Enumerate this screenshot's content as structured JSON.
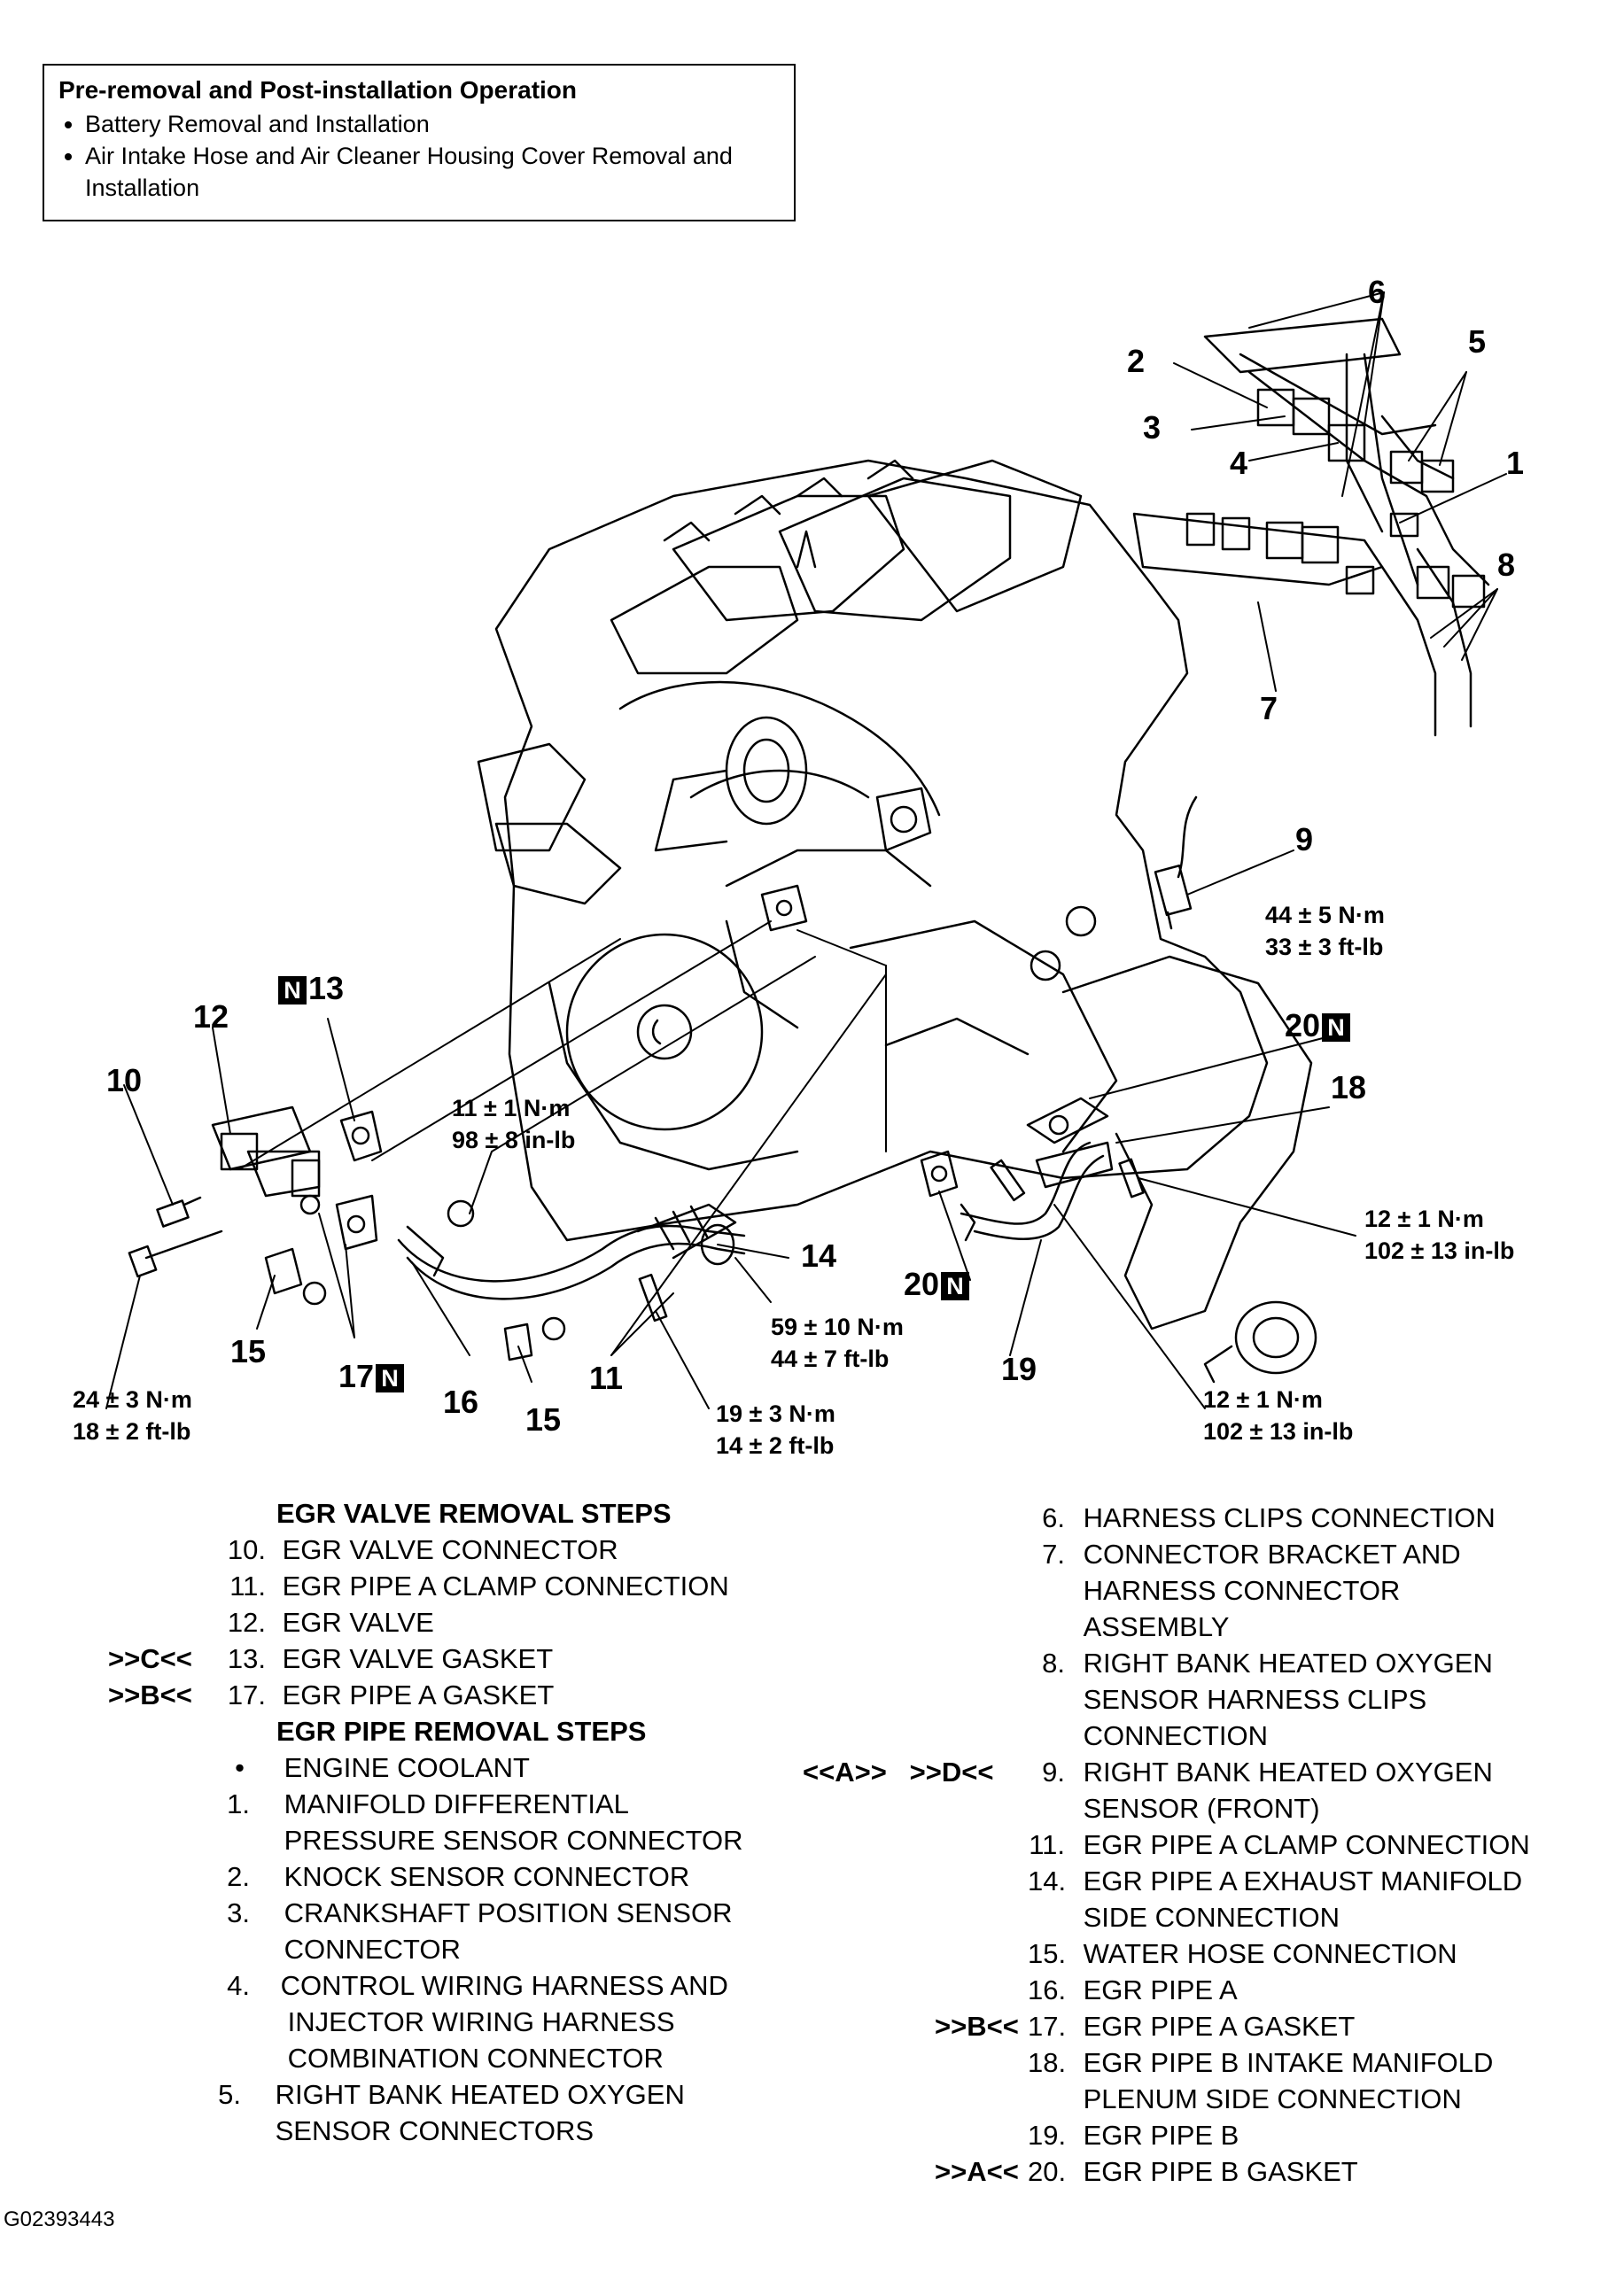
{
  "pre_box": {
    "title": "Pre-removal and Post-installation Operation",
    "items": [
      "Battery Removal and Installation",
      "Air Intake Hose and Air Cleaner Housing Cover Removal and Installation"
    ]
  },
  "callouts": {
    "c1": "1",
    "c2": "2",
    "c3": "3",
    "c4": "4",
    "c5": "5",
    "c6": "6",
    "c7": "7",
    "c8": "8",
    "c9": "9",
    "c10": "10",
    "c11": "11",
    "c12": "12",
    "c13": "13",
    "c14": "14",
    "c15a": "15",
    "c15b": "15",
    "c16": "16",
    "c17": "17",
    "c18": "18",
    "c19": "19",
    "c20a": "20",
    "c20b": "20",
    "n_badge": "N"
  },
  "torques": {
    "t1_line1": "44 ± 5 N·m",
    "t1_line2": "33 ± 3 ft-lb",
    "t2_line1": "11 ± 1 N·m",
    "t2_line2": "98 ± 8 in-lb",
    "t3_line1": "12 ± 1 N·m",
    "t3_line2": "102 ± 13 in-lb",
    "t4_line1": "59 ± 10 N·m",
    "t4_line2": "44 ± 7 ft-lb",
    "t5_line1": "24 ± 3 N·m",
    "t5_line2": "18 ± 2 ft-lb",
    "t6_line1": "19 ± 3 N·m",
    "t6_line2": "14 ± 2 ft-lb",
    "t7_line1": "12 ± 1 N·m",
    "t7_line2": "102 ± 13 in-lb"
  },
  "left_steps": {
    "egr_valve_heading": "EGR VALVE REMOVAL STEPS",
    "egr_valve_steps": [
      {
        "mark": "",
        "num": "10.",
        "text": "EGR VALVE CONNECTOR"
      },
      {
        "mark": "",
        "num": "11.",
        "text": "EGR PIPE A CLAMP CONNECTION"
      },
      {
        "mark": "",
        "num": "12.",
        "text": "EGR VALVE"
      },
      {
        "mark": ">>C<<",
        "num": "13.",
        "text": "EGR VALVE GASKET"
      },
      {
        "mark": ">>B<<",
        "num": "17.",
        "text": "EGR PIPE A GASKET"
      }
    ],
    "egr_pipe_heading": "EGR PIPE REMOVAL STEPS",
    "bullet_step": "ENGINE COOLANT",
    "egr_pipe_steps": [
      {
        "num": "1.",
        "line1": "MANIFOLD DIFFERENTIAL",
        "line2": "PRESSURE SENSOR CONNECTOR",
        "line3": ""
      },
      {
        "num": "2.",
        "line1": "KNOCK SENSOR CONNECTOR",
        "line2": "",
        "line3": ""
      },
      {
        "num": "3.",
        "line1": "CRANKSHAFT POSITION SENSOR",
        "line2": "CONNECTOR",
        "line3": ""
      },
      {
        "num": "4.",
        "line1": "CONTROL WIRING HARNESS AND",
        "line2": "INJECTOR WIRING HARNESS",
        "line3": "COMBINATION CONNECTOR"
      },
      {
        "num": "5.",
        "line1": "RIGHT BANK HEATED OXYGEN",
        "line2": "SENSOR CONNECTORS",
        "line3": ""
      }
    ]
  },
  "right_steps": [
    {
      "mark": "",
      "num": "6.",
      "line1": "HARNESS CLIPS CONNECTION",
      "line2": "",
      "line3": ""
    },
    {
      "mark": "",
      "num": "7.",
      "line1": "CONNECTOR BRACKET AND",
      "line2": "HARNESS CONNECTOR",
      "line3": "ASSEMBLY"
    },
    {
      "mark": "",
      "num": "8.",
      "line1": "RIGHT BANK HEATED OXYGEN",
      "line2": "SENSOR HARNESS CLIPS",
      "line3": "CONNECTION"
    },
    {
      "mark": "<<A>>   >>D<<",
      "num": "9.",
      "line1": "RIGHT BANK HEATED OXYGEN",
      "line2": "SENSOR (FRONT)",
      "line3": ""
    },
    {
      "mark": "",
      "num": "11.",
      "line1": "EGR PIPE A CLAMP CONNECTION",
      "line2": "",
      "line3": ""
    },
    {
      "mark": "",
      "num": "14.",
      "line1": "EGR PIPE A EXHAUST MANIFOLD",
      "line2": "SIDE CONNECTION",
      "line3": ""
    },
    {
      "mark": "",
      "num": "15.",
      "line1": "WATER HOSE CONNECTION",
      "line2": "",
      "line3": ""
    },
    {
      "mark": "",
      "num": "16.",
      "line1": "EGR PIPE A",
      "line2": "",
      "line3": ""
    },
    {
      "mark": ">>B<<",
      "num": "17.",
      "line1": "EGR PIPE A GASKET",
      "line2": "",
      "line3": ""
    },
    {
      "mark": "",
      "num": "18.",
      "line1": "EGR PIPE B INTAKE MANIFOLD",
      "line2": "PLENUM SIDE CONNECTION",
      "line3": ""
    },
    {
      "mark": "",
      "num": "19.",
      "line1": "EGR PIPE B",
      "line2": "",
      "line3": ""
    },
    {
      "mark": ">>A<<",
      "num": "20.",
      "line1": "EGR PIPE B GASKET",
      "line2": "",
      "line3": ""
    }
  ],
  "figure_id": "G02393443"
}
